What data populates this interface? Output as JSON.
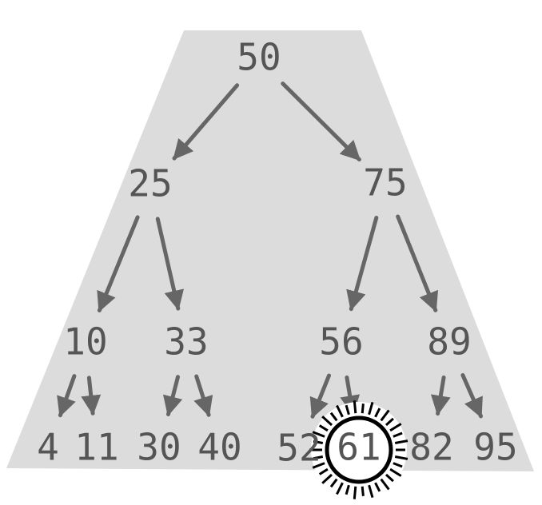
{
  "diagram": {
    "background_color": "#dcdcdc",
    "edge_color": "#666666",
    "text_color": "#555555",
    "highlight_color": "#000000",
    "highlighted_node": "n61",
    "nodes": [
      {
        "id": "n50",
        "label": "50"
      },
      {
        "id": "n25",
        "label": "25"
      },
      {
        "id": "n75",
        "label": "75"
      },
      {
        "id": "n10",
        "label": "10"
      },
      {
        "id": "n33",
        "label": "33"
      },
      {
        "id": "n56",
        "label": "56"
      },
      {
        "id": "n89",
        "label": "89"
      },
      {
        "id": "n4",
        "label": "4"
      },
      {
        "id": "n11",
        "label": "11"
      },
      {
        "id": "n30",
        "label": "30"
      },
      {
        "id": "n40",
        "label": "40"
      },
      {
        "id": "n52",
        "label": "52"
      },
      {
        "id": "n61",
        "label": "61"
      },
      {
        "id": "n82",
        "label": "82"
      },
      {
        "id": "n95",
        "label": "95"
      }
    ],
    "edges": [
      {
        "from": "n50",
        "to": "n25"
      },
      {
        "from": "n50",
        "to": "n75"
      },
      {
        "from": "n25",
        "to": "n10"
      },
      {
        "from": "n25",
        "to": "n33"
      },
      {
        "from": "n75",
        "to": "n56"
      },
      {
        "from": "n75",
        "to": "n89"
      },
      {
        "from": "n10",
        "to": "n4"
      },
      {
        "from": "n10",
        "to": "n11"
      },
      {
        "from": "n33",
        "to": "n30"
      },
      {
        "from": "n33",
        "to": "n40"
      },
      {
        "from": "n56",
        "to": "n52"
      },
      {
        "from": "n56",
        "to": "n61"
      },
      {
        "from": "n89",
        "to": "n82"
      },
      {
        "from": "n89",
        "to": "n95"
      }
    ]
  }
}
